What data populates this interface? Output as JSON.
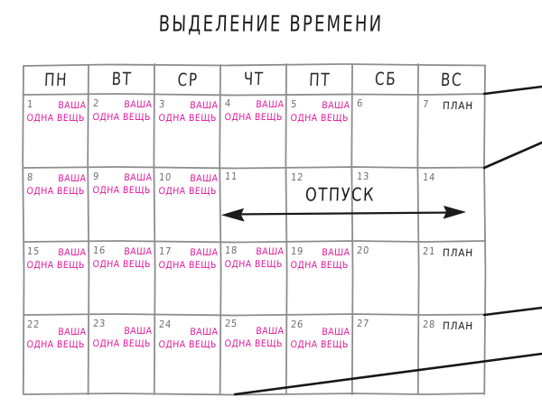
{
  "page": {
    "title": "ВЫДЕЛЕНИЕ ВРЕМЕНИ",
    "background_color": "#ffffff",
    "ink_color": "#8a8a8a",
    "accent_color": "#e2199d",
    "dark_ink_color": "#1b1b1b"
  },
  "calendar": {
    "weekday_headers": [
      {
        "label": "ПН"
      },
      {
        "label": "ВТ"
      },
      {
        "label": "СР"
      },
      {
        "label": "ЧТ"
      },
      {
        "label": "ПТ"
      },
      {
        "label": "СБ"
      },
      {
        "label": "ВС"
      }
    ],
    "task_text_line1": "ВАША",
    "task_text_line2": "ОДНА ВЕЩЬ",
    "plan_text": "ПЛАН",
    "vacation_label": "ОТПУСК",
    "weeks": [
      {
        "days": [
          {
            "number": "1",
            "type": "task"
          },
          {
            "number": "2",
            "type": "task"
          },
          {
            "number": "3",
            "type": "task"
          },
          {
            "number": "4",
            "type": "task"
          },
          {
            "number": "5",
            "type": "task"
          },
          {
            "number": "6",
            "type": "empty"
          },
          {
            "number": "7",
            "type": "plan"
          }
        ]
      },
      {
        "days": [
          {
            "number": "8",
            "type": "task"
          },
          {
            "number": "9",
            "type": "task"
          },
          {
            "number": "10",
            "type": "task"
          },
          {
            "number": "11",
            "type": "vacation"
          },
          {
            "number": "12",
            "type": "vacation"
          },
          {
            "number": "13",
            "type": "vacation"
          },
          {
            "number": "14",
            "type": "vacation"
          }
        ]
      },
      {
        "days": [
          {
            "number": "15",
            "type": "task"
          },
          {
            "number": "16",
            "type": "task"
          },
          {
            "number": "17",
            "type": "task"
          },
          {
            "number": "18",
            "type": "task"
          },
          {
            "number": "19",
            "type": "task"
          },
          {
            "number": "20",
            "type": "empty"
          },
          {
            "number": "21",
            "type": "plan"
          }
        ]
      },
      {
        "days": [
          {
            "number": "22",
            "type": "task"
          },
          {
            "number": "23",
            "type": "task"
          },
          {
            "number": "24",
            "type": "task"
          },
          {
            "number": "25",
            "type": "task"
          },
          {
            "number": "26",
            "type": "task"
          },
          {
            "number": "27",
            "type": "empty"
          },
          {
            "number": "28",
            "type": "plan"
          }
        ]
      }
    ]
  },
  "annotations": {
    "callout_lines_count": 4,
    "vacation_arrow": {
      "label": "ОТПУСК",
      "direction": "double",
      "from_day": "11",
      "to_day": "14"
    }
  }
}
